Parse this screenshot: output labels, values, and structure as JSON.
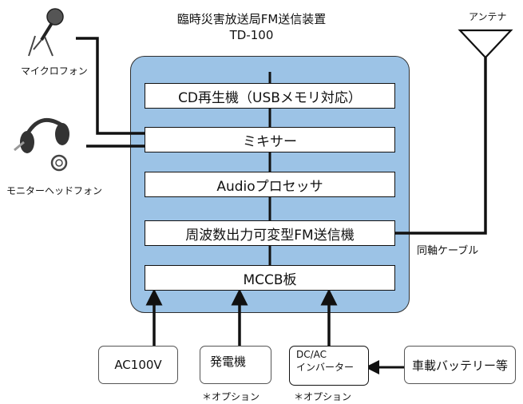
{
  "header": {
    "title_line1": "臨時災害放送局FM送信装置",
    "title_line2": "TD-100"
  },
  "modules": [
    {
      "label": "CD再生機（USBメモリ対応）"
    },
    {
      "label": "ミキサー"
    },
    {
      "label": "Audioプロセッサ"
    },
    {
      "label": "周波数出力可変型FM送信機"
    },
    {
      "label": "MCCB板"
    }
  ],
  "peripherals": {
    "microphone_label": "マイクロフォン",
    "headphone_label": "モニターヘッドフォン",
    "antenna_label": "アンテナ",
    "cable_label": "同軸ケーブル"
  },
  "power": {
    "ac_label": "AC100V",
    "generator_label": "発電機",
    "generator_note": "＊オプション",
    "inverter_line1": "DC/AC",
    "inverter_line2": "インバーター",
    "inverter_note": "＊オプション",
    "battery_label": "車載バッテリー等"
  }
}
